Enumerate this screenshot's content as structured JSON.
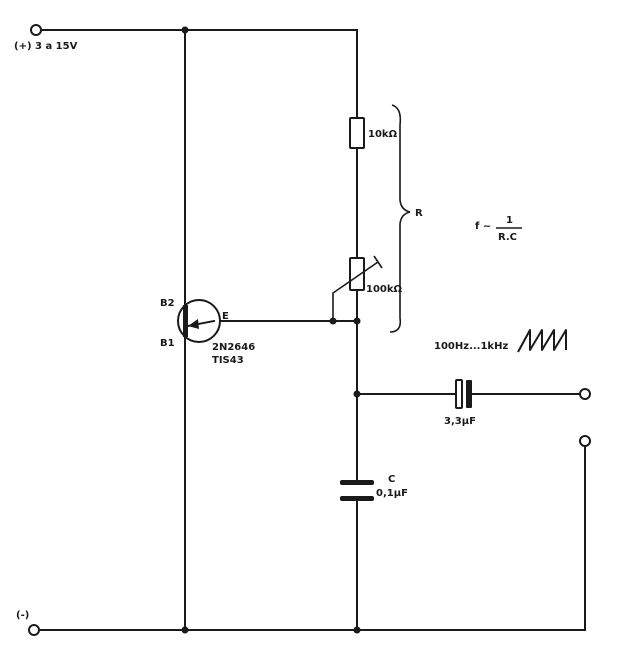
{
  "labels": {
    "supply_positive": "(+) 3 a 15V",
    "supply_negative": "(-)",
    "transistor_b2": "B2",
    "transistor_b1": "B1",
    "transistor_e": "E",
    "transistor_part1": "2N2646",
    "transistor_part2": "TIS43",
    "resistor_fixed": "10kΩ",
    "resistor_variable": "100kΩ",
    "brace_label": "R",
    "formula_lhs": "f ~",
    "formula_num": "1",
    "formula_den": "R.C",
    "freq_range": "100Hz...1kHz",
    "cap_timing_name": "C",
    "cap_timing_value": "0,1µF",
    "cap_output_value": "3,3µF"
  }
}
